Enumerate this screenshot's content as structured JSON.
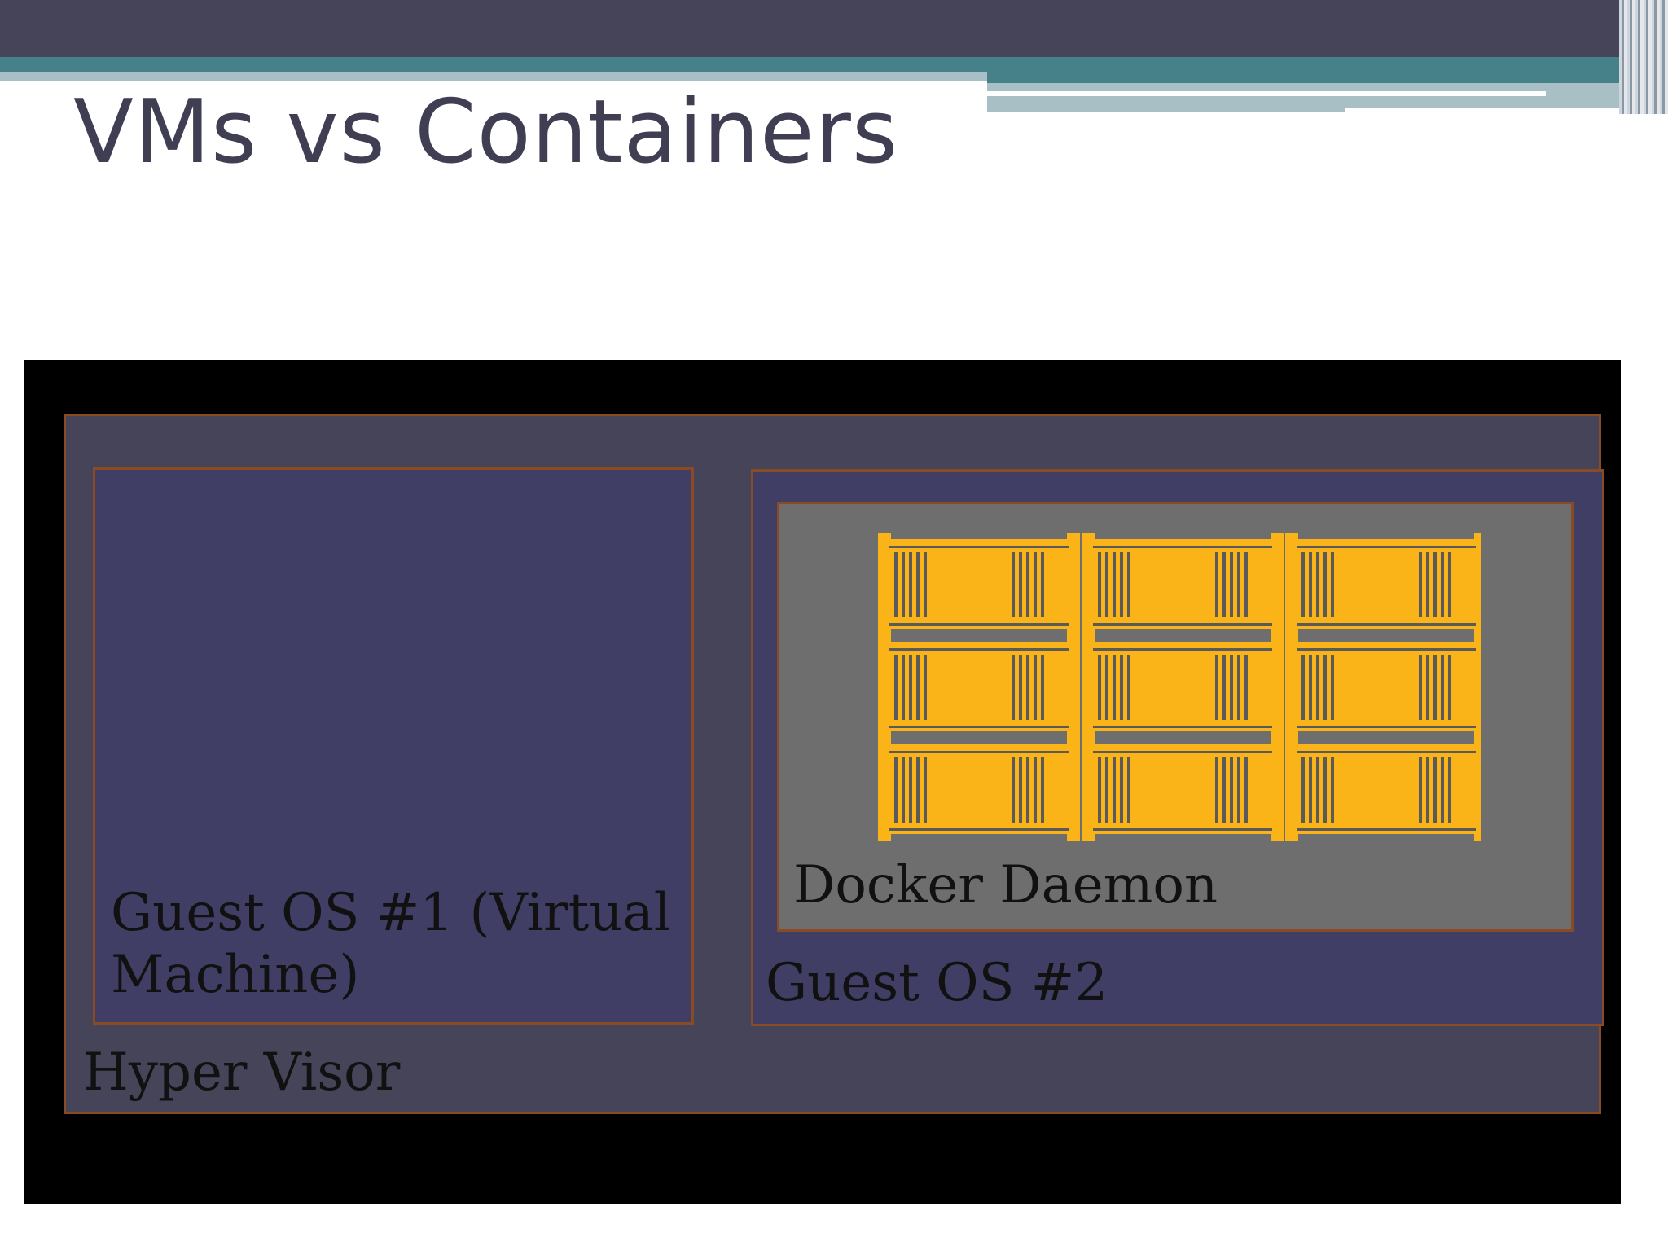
{
  "slide": {
    "title": "VMs vs Containers"
  },
  "diagram": {
    "hypervisor_label": "Hyper Visor",
    "guest_os_1_label": "Guest OS #1 (Virtual Machine)",
    "guest_os_2_label": "Guest OS #2",
    "docker_daemon_label": "Docker Daemon",
    "containers": {
      "rows": 3,
      "columns": 3,
      "icon": "shipping-container-icon"
    }
  },
  "colors": {
    "header_dark": "#464458",
    "header_teal": "#468189",
    "header_light": "#a7bfc5",
    "title_text": "#3f3e52",
    "diagram_background": "#000000",
    "hypervisor_fill": "#464458",
    "guest_os_fill": "#403e64",
    "docker_fill": "#6e6e6e",
    "border": "#8a4a24",
    "container_fill": "#fbb417",
    "container_stripe": "#5a5a5a"
  }
}
